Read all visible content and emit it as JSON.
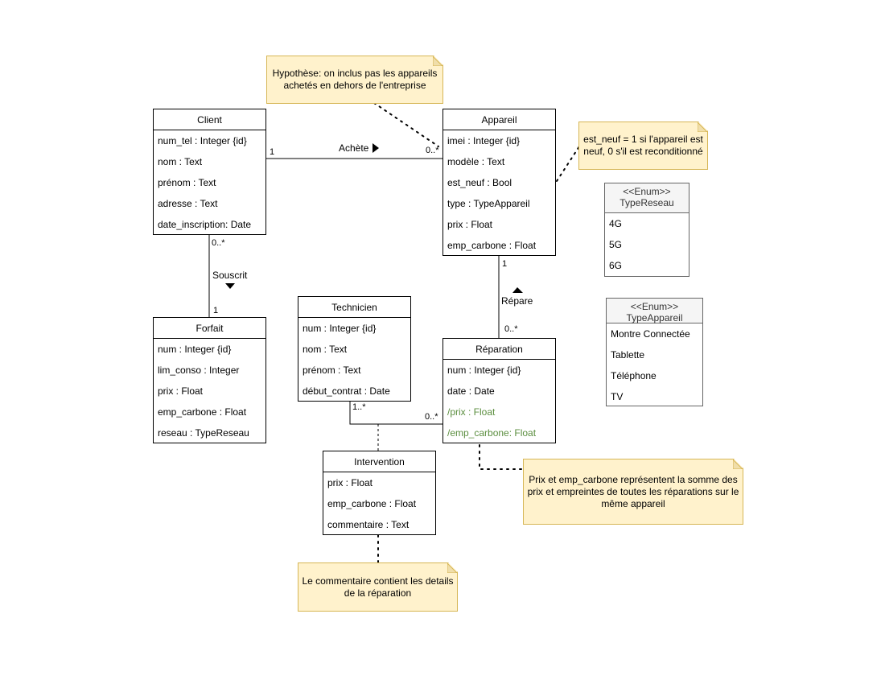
{
  "classes": {
    "client": {
      "title": "Client",
      "attrs": [
        "num_tel : Integer {id}",
        "nom : Text",
        "prénom : Text",
        "adresse : Text",
        "date_inscription: Date"
      ]
    },
    "appareil": {
      "title": "Appareil",
      "attrs": [
        "imei : Integer {id}",
        "modèle : Text",
        "est_neuf : Bool",
        "type : TypeAppareil",
        "prix : Float",
        "emp_carbone : Float"
      ]
    },
    "forfait": {
      "title": "Forfait",
      "attrs": [
        "num : Integer {id}",
        "lim_conso : Integer",
        "prix : Float",
        "emp_carbone : Float",
        "reseau : TypeReseau"
      ]
    },
    "technicien": {
      "title": "Technicien",
      "attrs": [
        "num : Integer {id}",
        "nom : Text",
        "prénom : Text",
        "début_contrat : Date"
      ]
    },
    "reparation": {
      "title": "Réparation",
      "attrs": [
        "num : Integer  {id}",
        "date : Date"
      ],
      "derived_attrs": [
        "/prix : Float",
        "/emp_carbone: Float"
      ]
    },
    "intervention": {
      "title": "Intervention",
      "attrs": [
        "prix : Float",
        "emp_carbone : Float",
        "commentaire : Text"
      ]
    }
  },
  "enums": {
    "type_reseau": {
      "stereotype": "<<Enum>>",
      "name": "TypeReseau",
      "values": [
        "4G",
        "5G",
        "6G"
      ]
    },
    "type_appareil": {
      "stereotype": "<<Enum>>",
      "name": "TypeAppareil",
      "values": [
        "Montre Connectée",
        "Tablette",
        "Téléphone",
        "TV"
      ]
    }
  },
  "notes": {
    "hypothese": "Hypothèse: on inclus pas les appareils achetés en dehors de l'entreprise",
    "est_neuf": "est_neuf = 1 si l'appareil est neuf, 0 s'il est reconditionné",
    "prix_emp": "Prix et emp_carbone représentent la somme des prix et empreintes de toutes les réparations sur le même appareil",
    "commentaire": "Le commentaire contient les details de la réparation"
  },
  "associations": {
    "achete": {
      "label": "Achète",
      "mult_client": "1",
      "mult_appareil": "0..*"
    },
    "souscrit": {
      "label": "Souscrit",
      "mult_client": "0..*",
      "mult_forfait": "1"
    },
    "repare": {
      "label": "Répare",
      "mult_appareil": "1",
      "mult_reparation": "0..*"
    },
    "intervention": {
      "mult_technicien": "1..*",
      "mult_reparation": "0..*"
    }
  },
  "colors": {
    "note_fill": "#fff2cc",
    "note_border": "#d6b656",
    "derived_text": "#5b8e3f",
    "enum_header": "#f5f5f5"
  }
}
